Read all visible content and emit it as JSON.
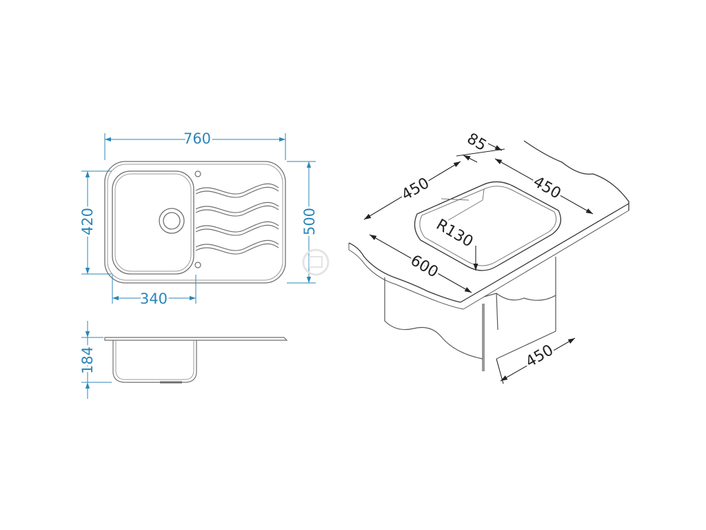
{
  "colors": {
    "dimension_blue": "#2b86b9",
    "outline": "#6e6e6e",
    "dark_line": "#222222",
    "watermark": "#e4e4e4"
  },
  "top_view": {
    "width_label": "760",
    "height_label": "500",
    "bowl_height_label": "420",
    "bowl_width_label": "340"
  },
  "side_view": {
    "depth_label": "184"
  },
  "iso_view": {
    "label_85": "85",
    "label_450_left": "450",
    "label_450_right": "450",
    "label_r130": "R130",
    "label_600": "600",
    "label_450_cabinet": "450"
  }
}
